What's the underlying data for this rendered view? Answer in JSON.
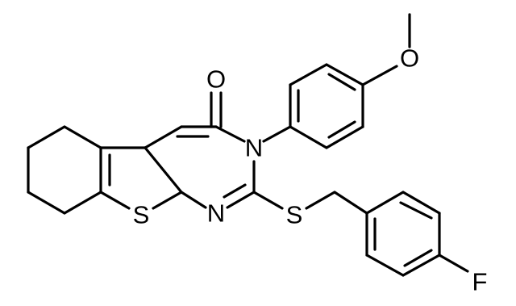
{
  "atoms": {
    "oxygen_carbonyl": "O",
    "nitrogen_n3": "N",
    "nitrogen_n1": "N",
    "sulfur_thiophene": "S",
    "sulfur_thioether": "S",
    "oxygen_methoxy": "O",
    "fluorine": "F"
  },
  "colors": {
    "bond": "#000000",
    "label": "#000000",
    "background": "#ffffff"
  }
}
